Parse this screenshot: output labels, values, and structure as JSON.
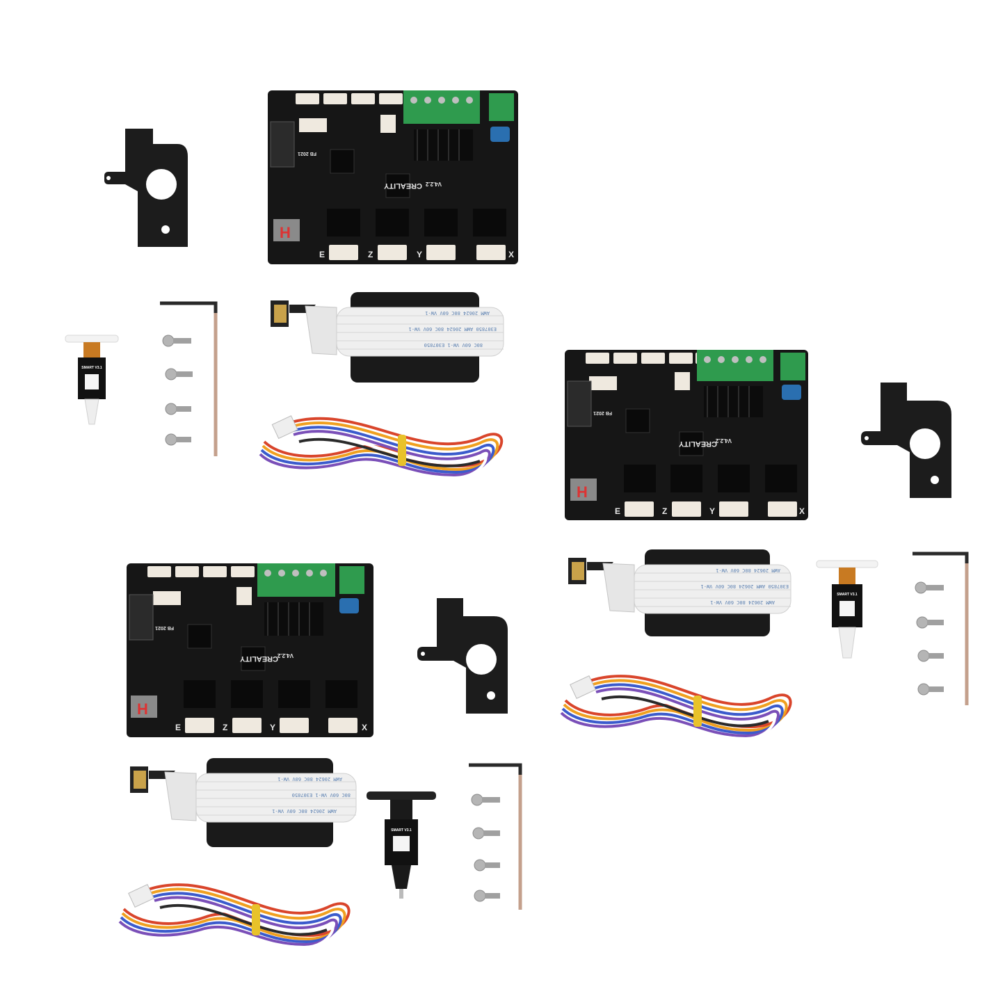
{
  "board": {
    "brand": "CREALITY",
    "version": "V4.2.2",
    "year": "FB 2021",
    "axis_labels": [
      "E",
      "Z",
      "Y",
      "X"
    ],
    "colors": {
      "pcb": "#161616",
      "terminal": "#2f9b4e",
      "connector": "#efe9df",
      "fuse": "#2a6fb0"
    }
  },
  "sensor": {
    "label": "SMART V3.1",
    "colors": {
      "coil": "#c87a22",
      "body": "#111111"
    }
  },
  "ribbon": {
    "rows": [
      "AWM 20624 80C 60V VW-1",
      "E307850 AWM 20624 80C 60V VW-1",
      "80C 60V VW-1 E307850",
      "AWM 20624 80C 60V VW-1"
    ]
  },
  "wires": {
    "colors": [
      "#d9452b",
      "#f0a020",
      "#3b5bcc",
      "#7a4fb8",
      "#ffffff",
      "#2a2a2a"
    ]
  },
  "icons": [
    "bracket-icon",
    "hex-key-icon",
    "screw-icon",
    "sd-card-adapter-icon",
    "cable-tie-icon"
  ]
}
